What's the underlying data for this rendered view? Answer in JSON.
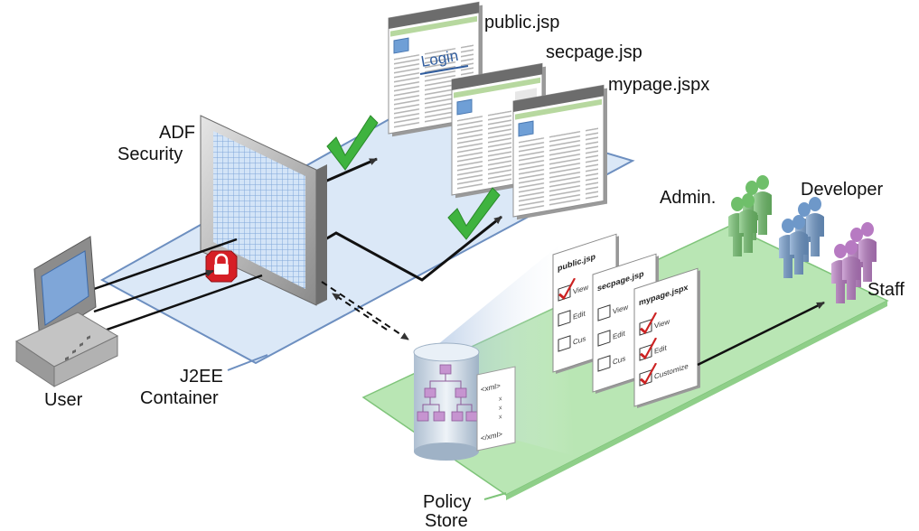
{
  "labels": {
    "public_jsp": "public.jsp",
    "secpage_jsp": "secpage.jsp",
    "mypage_jspx": "mypage.jspx",
    "adf_line1": "ADF",
    "adf_line2": "Security",
    "admin": "Admin.",
    "developer": "Developer",
    "staff": "Staff",
    "user": "User",
    "container_line1": "J2EE",
    "container_line2": "Container",
    "policy_line1": "Policy",
    "policy_line2": "Store"
  },
  "login_text": "Login",
  "policy_cards": [
    {
      "title": "public.jsp",
      "items": [
        {
          "label": "View",
          "checked": true
        },
        {
          "label": "Edit",
          "checked": false
        },
        {
          "label": "Cus",
          "checked": false
        }
      ]
    },
    {
      "title": "secpage.jsp",
      "items": [
        {
          "label": "View",
          "checked": false
        },
        {
          "label": "Edit",
          "checked": false
        },
        {
          "label": "Cus",
          "checked": false
        }
      ]
    },
    {
      "title": "mypage.jspx",
      "items": [
        {
          "label": "View",
          "checked": true
        },
        {
          "label": "Edit",
          "checked": true
        },
        {
          "label": "Customize",
          "checked": true
        }
      ]
    }
  ],
  "xml_tags": {
    "open": "<xml>",
    "close": "</xml>"
  },
  "colors": {
    "container_plane": "#dbe8f7",
    "policy_plane": "#b9e6b4",
    "check_green": "#3fb33f",
    "admin_figure": "#6fbf6a",
    "developer_figure": "#6e98c9",
    "staff_figure": "#b77ac2",
    "lock_red": "#d61f26",
    "checkmark_red": "#cc2222"
  },
  "icons": [
    "checkmark-icon",
    "lock-icon",
    "computer-icon",
    "people-icon",
    "arrow-icon"
  ]
}
